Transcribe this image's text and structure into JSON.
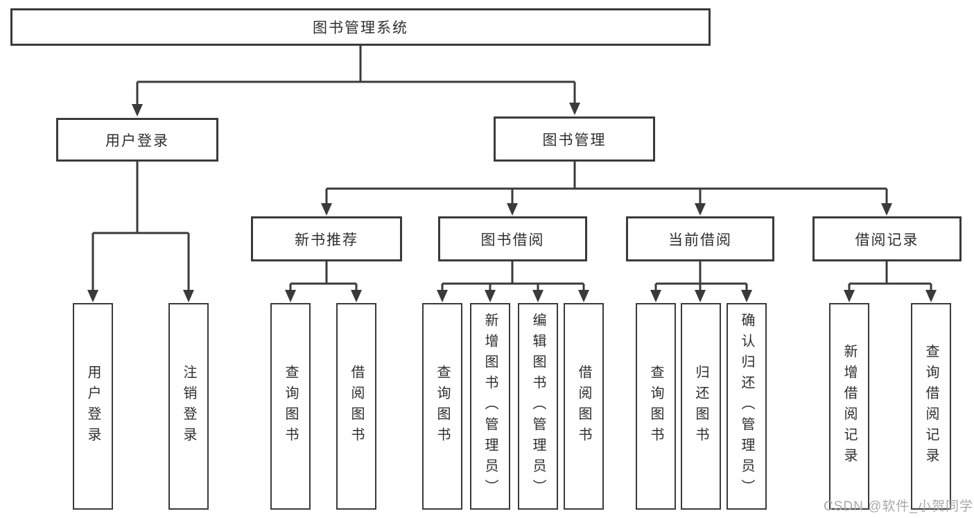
{
  "colors": {
    "line": "#3a3a3a",
    "box_border": "#3a3a3a",
    "text": "#2e2e2e",
    "background": "#ffffff",
    "watermark": "#a9a9a9"
  },
  "watermark": {
    "text": "CSDN @软件_小贺同学"
  },
  "tree": {
    "root": {
      "label": "图书管理系统",
      "children": [
        {
          "label": "用户登录",
          "children": [
            {
              "label": "用户登录"
            },
            {
              "label": "注销登录"
            }
          ]
        },
        {
          "label": "图书管理",
          "children": [
            {
              "label": "新书推荐",
              "children": [
                {
                  "label": "查询图书"
                },
                {
                  "label": "借阅图书"
                }
              ]
            },
            {
              "label": "图书借阅",
              "children": [
                {
                  "label": "查询图书"
                },
                {
                  "label": "新增图书（管理员）"
                },
                {
                  "label": "编辑图书（管理员）"
                },
                {
                  "label": "借阅图书"
                }
              ]
            },
            {
              "label": "当前借阅",
              "children": [
                {
                  "label": "查询图书"
                },
                {
                  "label": "归还图书"
                },
                {
                  "label": "确认归还（管理员）"
                }
              ]
            },
            {
              "label": "借阅记录",
              "children": [
                {
                  "label": "新增借阅记录"
                },
                {
                  "label": "查询借阅记录"
                }
              ]
            }
          ]
        }
      ]
    }
  }
}
